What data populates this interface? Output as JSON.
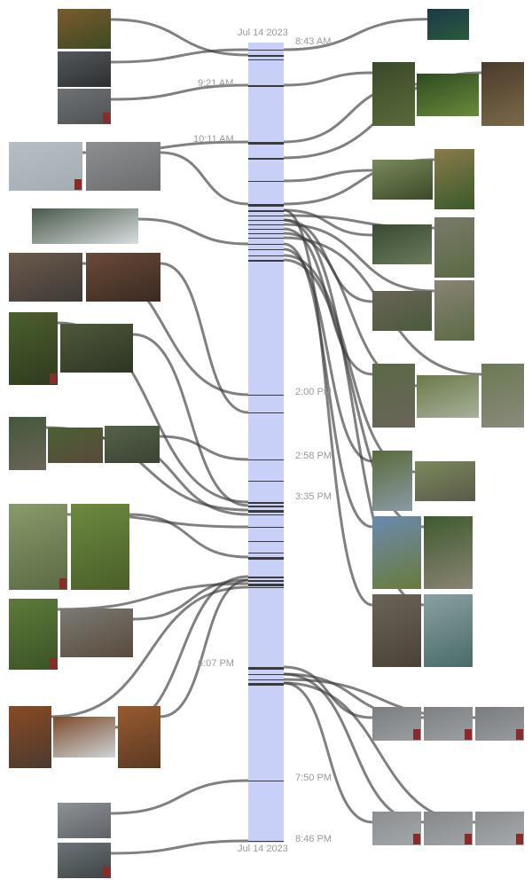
{
  "timeline": {
    "date_top": "Jul 14 2023",
    "date_bottom": "Jul 14 2023",
    "bar_fill": "#c8d0f8",
    "tick_color": "#3a3a3a",
    "time_labels": [
      {
        "text": "8:43 AM",
        "side": "right"
      },
      {
        "text": "9:21 AM",
        "side": "left"
      },
      {
        "text": "10:11 AM",
        "side": "left"
      },
      {
        "text": "2:00 PM",
        "side": "right"
      },
      {
        "text": "2:58 PM",
        "side": "right"
      },
      {
        "text": "3:35 PM",
        "side": "right"
      },
      {
        "text": "6:07 PM",
        "side": "left"
      },
      {
        "text": "7:50 PM",
        "side": "right"
      },
      {
        "text": "8:46 PM",
        "side": "right"
      }
    ]
  },
  "photos": [
    {
      "name": "photo-lichen",
      "c1": "#7b5a2e",
      "c2": "#3c4a22",
      "badge": false
    },
    {
      "name": "photo-rocky-shore",
      "c1": "#55595c",
      "c2": "#2c2f31",
      "badge": false
    },
    {
      "name": "photo-birds-on-water",
      "c1": "#6e7174",
      "c2": "#4e5255",
      "badge": true
    },
    {
      "name": "photo-birds-in-flight",
      "c1": "#b7bec4",
      "c2": "#a4acb3",
      "badge": true
    },
    {
      "name": "photo-bird-on-water",
      "c1": "#8d8f90",
      "c2": "#6a6c6d",
      "badge": false
    },
    {
      "name": "photo-forest-shoreline",
      "c1": "#4a5a4a",
      "c2": "#d8dde0",
      "badge": false
    },
    {
      "name": "photo-rusty-metal",
      "c1": "#6b5a4c",
      "c2": "#3e3a37",
      "badge": false
    },
    {
      "name": "photo-iron-frame",
      "c1": "#6a4a38",
      "c2": "#3a2a22",
      "badge": false
    },
    {
      "name": "photo-swing-person",
      "c1": "#4c5f2e",
      "c2": "#2e3b1e",
      "badge": true
    },
    {
      "name": "photo-old-cabin",
      "c1": "#4e5a3a",
      "c2": "#2e3424",
      "badge": false
    },
    {
      "name": "photo-ruin-1",
      "c1": "#44583a",
      "c2": "#6a6458",
      "badge": false
    },
    {
      "name": "photo-ruin-2",
      "c1": "#4a6034",
      "c2": "#5a4a3a",
      "badge": false
    },
    {
      "name": "photo-fallen-logs",
      "c1": "#55624a",
      "c2": "#3a4432",
      "badge": false
    },
    {
      "name": "photo-orchid",
      "c1": "#8a9a6a",
      "c2": "#5a6a44",
      "badge": true
    },
    {
      "name": "photo-deer-by-cabin",
      "c1": "#6c8a3e",
      "c2": "#4a5e2a",
      "badge": false
    },
    {
      "name": "photo-deer-in-grass",
      "c1": "#5d7a3a",
      "c2": "#3c5426",
      "badge": true
    },
    {
      "name": "photo-cabins",
      "c1": "#7a7a74",
      "c2": "#5a4a3c",
      "badge": false
    },
    {
      "name": "photo-rusty-object-1",
      "c1": "#8a4a24",
      "c2": "#4a3a2e",
      "badge": false
    },
    {
      "name": "photo-rusty-object-2",
      "c1": "#7c4a2a",
      "c2": "#cfd4d6",
      "badge": false
    },
    {
      "name": "photo-rusty-object-3",
      "c1": "#9a5a30",
      "c2": "#5a3a22",
      "badge": false
    },
    {
      "name": "photo-sea-overcast",
      "c1": "#8e9296",
      "c2": "#5e6266",
      "badge": false
    },
    {
      "name": "photo-whale-water",
      "c1": "#6c7478",
      "c2": "#3c4448",
      "badge": true
    },
    {
      "name": "photo-underwater",
      "c1": "#1c3a4a",
      "c2": "#2a5a3a",
      "badge": false
    },
    {
      "name": "photo-forest-path",
      "c1": "#3a4a2a",
      "c2": "#5a6a3a",
      "badge": false
    },
    {
      "name": "photo-flowers",
      "c1": "#2e4a22",
      "c2": "#6a8a3a",
      "badge": false
    },
    {
      "name": "photo-framed-plot",
      "c1": "#4a3a2a",
      "c2": "#7a6a4a",
      "badge": false
    },
    {
      "name": "photo-meadow-trees",
      "c1": "#7a8a5a",
      "c2": "#3a4a2a",
      "badge": false
    },
    {
      "name": "photo-fallen-pole",
      "c1": "#8a7a4a",
      "c2": "#3a5a2a",
      "badge": false
    },
    {
      "name": "photo-forest-stream",
      "c1": "#3a4a34",
      "c2": "#6a7a5a",
      "badge": false
    },
    {
      "name": "photo-totem-1",
      "c1": "#7a7a6a",
      "c2": "#5a6a44",
      "badge": false
    },
    {
      "name": "photo-carved-face",
      "c1": "#6a6458",
      "c2": "#4a5a3a",
      "badge": false
    },
    {
      "name": "photo-totem-2",
      "c1": "#8a8474",
      "c2": "#5a6a44",
      "badge": false
    },
    {
      "name": "photo-pole-in-forest",
      "c1": "#5a6a44",
      "c2": "#6a645a",
      "badge": false
    },
    {
      "name": "photo-pole-field",
      "c1": "#6a7a4a",
      "c2": "#a8b09a",
      "badge": false
    },
    {
      "name": "photo-tall-poles",
      "c1": "#6a7a54",
      "c2": "#8a8a7a",
      "badge": false
    },
    {
      "name": "photo-two-people",
      "c1": "#5a6a3a",
      "c2": "#8a9aa4",
      "badge": false
    },
    {
      "name": "photo-leaning-pole",
      "c1": "#7a8a5a",
      "c2": "#5a5a4a",
      "badge": false
    },
    {
      "name": "photo-sky-pole",
      "c1": "#6a8ab0",
      "c2": "#6a7a3a",
      "badge": false
    },
    {
      "name": "photo-single-totem",
      "c1": "#3e5a2e",
      "c2": "#8a8474",
      "badge": false
    },
    {
      "name": "photo-carved-pole-closeup",
      "c1": "#6a6458",
      "c2": "#4a4236",
      "badge": false
    },
    {
      "name": "photo-blurry-sea",
      "c1": "#8aa0a0",
      "c2": "#4a6a6a",
      "badge": false
    },
    {
      "name": "photo-orca-1",
      "c1": "#7a7e80",
      "c2": "#9a9ea0",
      "badge": true
    },
    {
      "name": "photo-orca-2",
      "c1": "#7c8082",
      "c2": "#9ca0a2",
      "badge": true
    },
    {
      "name": "photo-orca-3",
      "c1": "#787c7e",
      "c2": "#989c9e",
      "badge": true
    },
    {
      "name": "photo-orca-4",
      "c1": "#8a8e90",
      "c2": "#a4a8aa",
      "badge": true
    },
    {
      "name": "photo-orca-5",
      "c1": "#86898b",
      "c2": "#a0a4a6",
      "badge": true
    },
    {
      "name": "photo-orca-6",
      "c1": "#8a8d8f",
      "c2": "#a6aaac",
      "badge": true
    }
  ]
}
